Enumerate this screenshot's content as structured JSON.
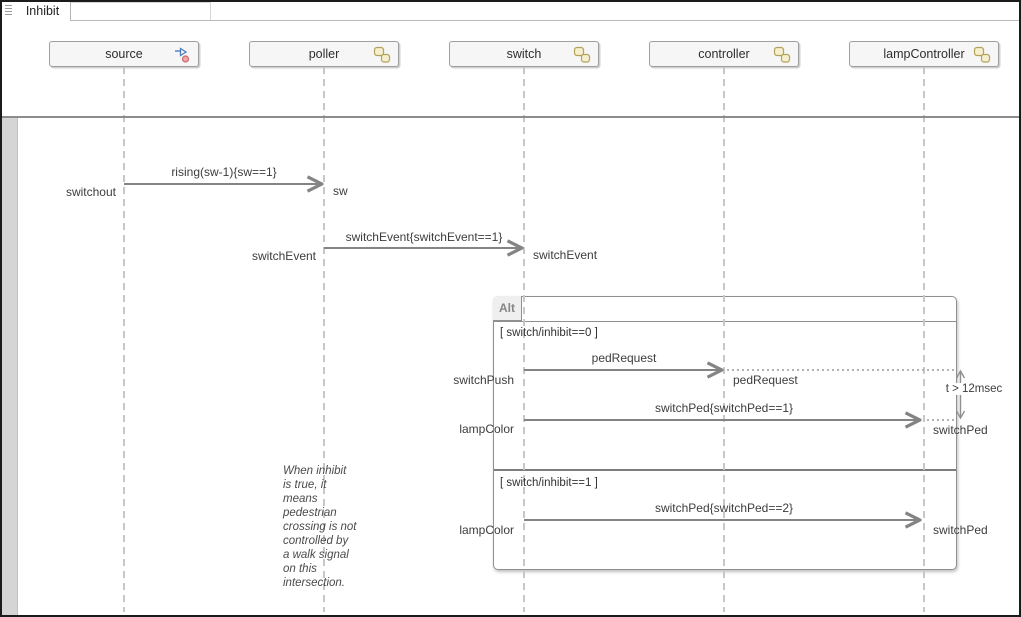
{
  "window": {
    "tab_title": "Inhibit"
  },
  "lifelines": [
    {
      "label": "source",
      "icon": "signal-source-icon"
    },
    {
      "label": "poller",
      "icon": "chart-icon"
    },
    {
      "label": "switch",
      "icon": "chart-icon"
    },
    {
      "label": "controller",
      "icon": "chart-icon"
    },
    {
      "label": "lampController",
      "icon": "chart-icon"
    }
  ],
  "messages": [
    {
      "label": "rising(sw-1){sw==1}",
      "source_port": "switchout",
      "dest_port": "sw",
      "from": "source",
      "to": "poller"
    },
    {
      "label": "switchEvent{switchEvent==1}",
      "source_port": "switchEvent",
      "dest_port": "switchEvent",
      "from": "poller",
      "to": "switch"
    },
    {
      "label": "pedRequest",
      "source_port": "switchPush",
      "dest_port": "pedRequest",
      "from": "switch",
      "to": "controller"
    },
    {
      "label": "switchPed{switchPed==1}",
      "source_port": "lampColor",
      "dest_port": "switchPed",
      "from": "switch",
      "to": "lampController"
    },
    {
      "label": "switchPed{switchPed==2}",
      "source_port": "lampColor",
      "dest_port": "switchPed",
      "from": "switch",
      "to": "lampController"
    }
  ],
  "alt_fragment": {
    "operator": "Alt",
    "guards": [
      "[ switch/inhibit==0 ]",
      "[ switch/inhibit==1 ]"
    ]
  },
  "duration_constraint": {
    "label": "t > 12msec"
  },
  "annotation": {
    "text": "When inhibit\nis true, it\nmeans\npedestrian\ncrossing is not\ncontrolled by\na walk signal\non this\nintersection."
  },
  "colors": {
    "message_arrow": "#848484",
    "lifeline_dash": "#c7c7c7",
    "fragment_border": "#8f8f8f",
    "header_bg": "#f6f6f6",
    "gutter": "#d5d5d5",
    "chart_icon_fill": "#f6efcd",
    "chart_icon_stroke": "#b3a15e"
  }
}
